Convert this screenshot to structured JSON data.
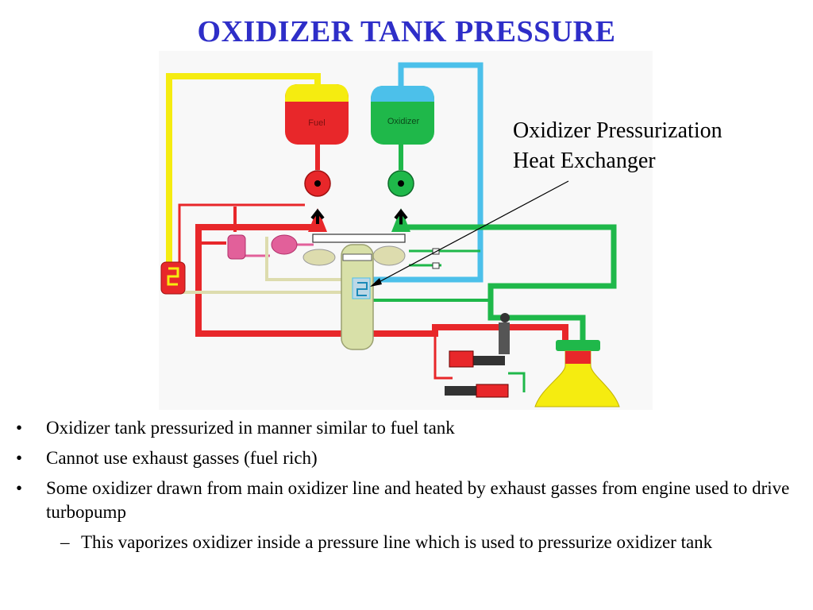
{
  "title": "OXIDIZER TANK PRESSURE",
  "diagram": {
    "fuel_tank_label": "Fuel",
    "oxidizer_tank_label": "Oxidizer",
    "callout_line1": "Oxidizer Pressurization",
    "callout_line2": "Heat Exchanger",
    "colors": {
      "fuel": "#e8272a",
      "oxidizer": "#1fb84a",
      "fuel_pressurant": "#f5ec10",
      "ox_pressurant": "#4cc0ea",
      "turbine": "#dddcae",
      "gas_generator": "#e2609a"
    }
  },
  "bullets": [
    {
      "mark": "•",
      "text": "Oxidizer tank pressurized in manner similar to fuel tank"
    },
    {
      "mark": "•",
      "text": "Cannot use exhaust gasses (fuel rich)"
    },
    {
      "mark": "•",
      "text": "Some oxidizer drawn from main oxidizer line and heated by exhaust gasses from engine used to drive turbopump"
    }
  ],
  "sub_bullets": [
    {
      "mark": "–",
      "text": "This vaporizes oxidizer inside a pressure line which is used to pressurize oxidizer tank"
    }
  ]
}
